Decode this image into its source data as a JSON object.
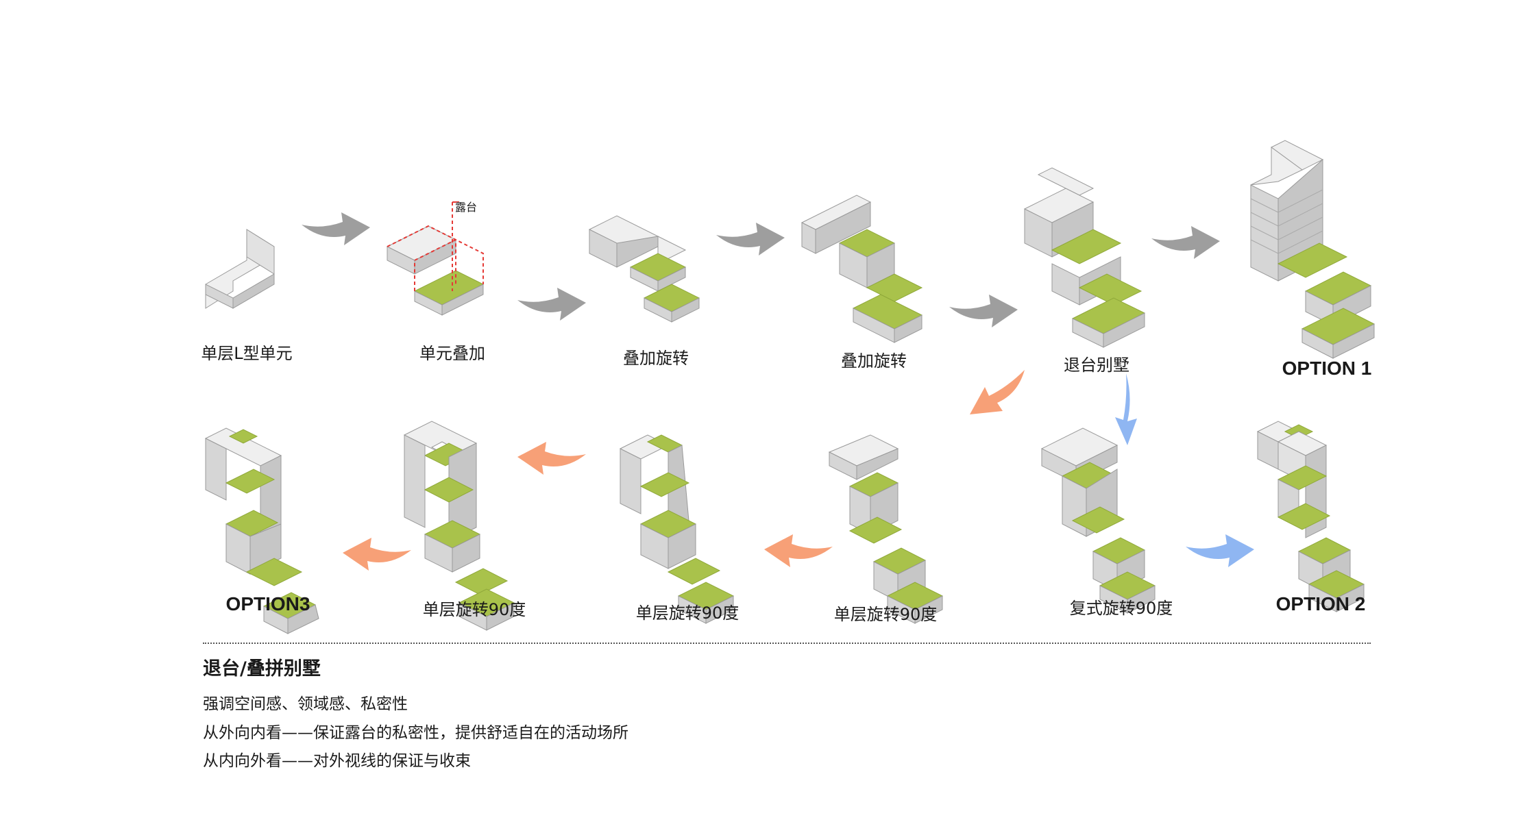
{
  "colors": {
    "block_top": "#efefef",
    "block_left": "#d6d6d6",
    "block_right": "#c6c6c6",
    "terrace": "#a9c24b",
    "terrace_dark": "#8fa83a",
    "arrow_gray": "#9e9e9e",
    "arrow_orange": "#f7a077",
    "arrow_blue": "#8fb6f2",
    "dash_red": "#e53935"
  },
  "row1": [
    {
      "label": "单层L型单元"
    },
    {
      "label": "单元叠加",
      "annotation": "露台"
    },
    {
      "label": "叠加旋转"
    },
    {
      "label": "叠加旋转"
    },
    {
      "label": "退台别墅"
    },
    {
      "label": "OPTION 1"
    }
  ],
  "row2": [
    {
      "label": "OPTION3"
    },
    {
      "label": "单层旋转90度"
    },
    {
      "label": "单层旋转90度"
    },
    {
      "label": "单层旋转90度"
    },
    {
      "label": "复式旋转90度"
    },
    {
      "label": "OPTION 2"
    }
  ],
  "text": {
    "heading": "退台/叠拼别墅",
    "lines": [
      "强调空间感、领域感、私密性",
      "从外向内看——保证露台的私密性，提供舒适自在的活动场所",
      "从内向外看——对外视线的保证与收束"
    ]
  }
}
